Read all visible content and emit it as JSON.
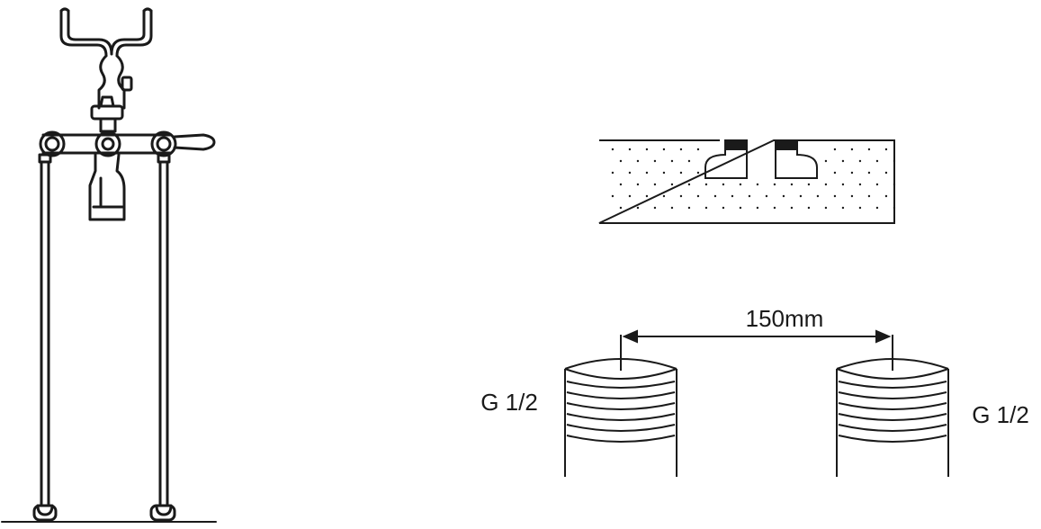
{
  "labels": {
    "spacing": "150mm",
    "thread_left": "G 1/2",
    "thread_right": "G 1/2"
  },
  "colors": {
    "ink": "#1a1a1a",
    "background": "#ffffff"
  }
}
